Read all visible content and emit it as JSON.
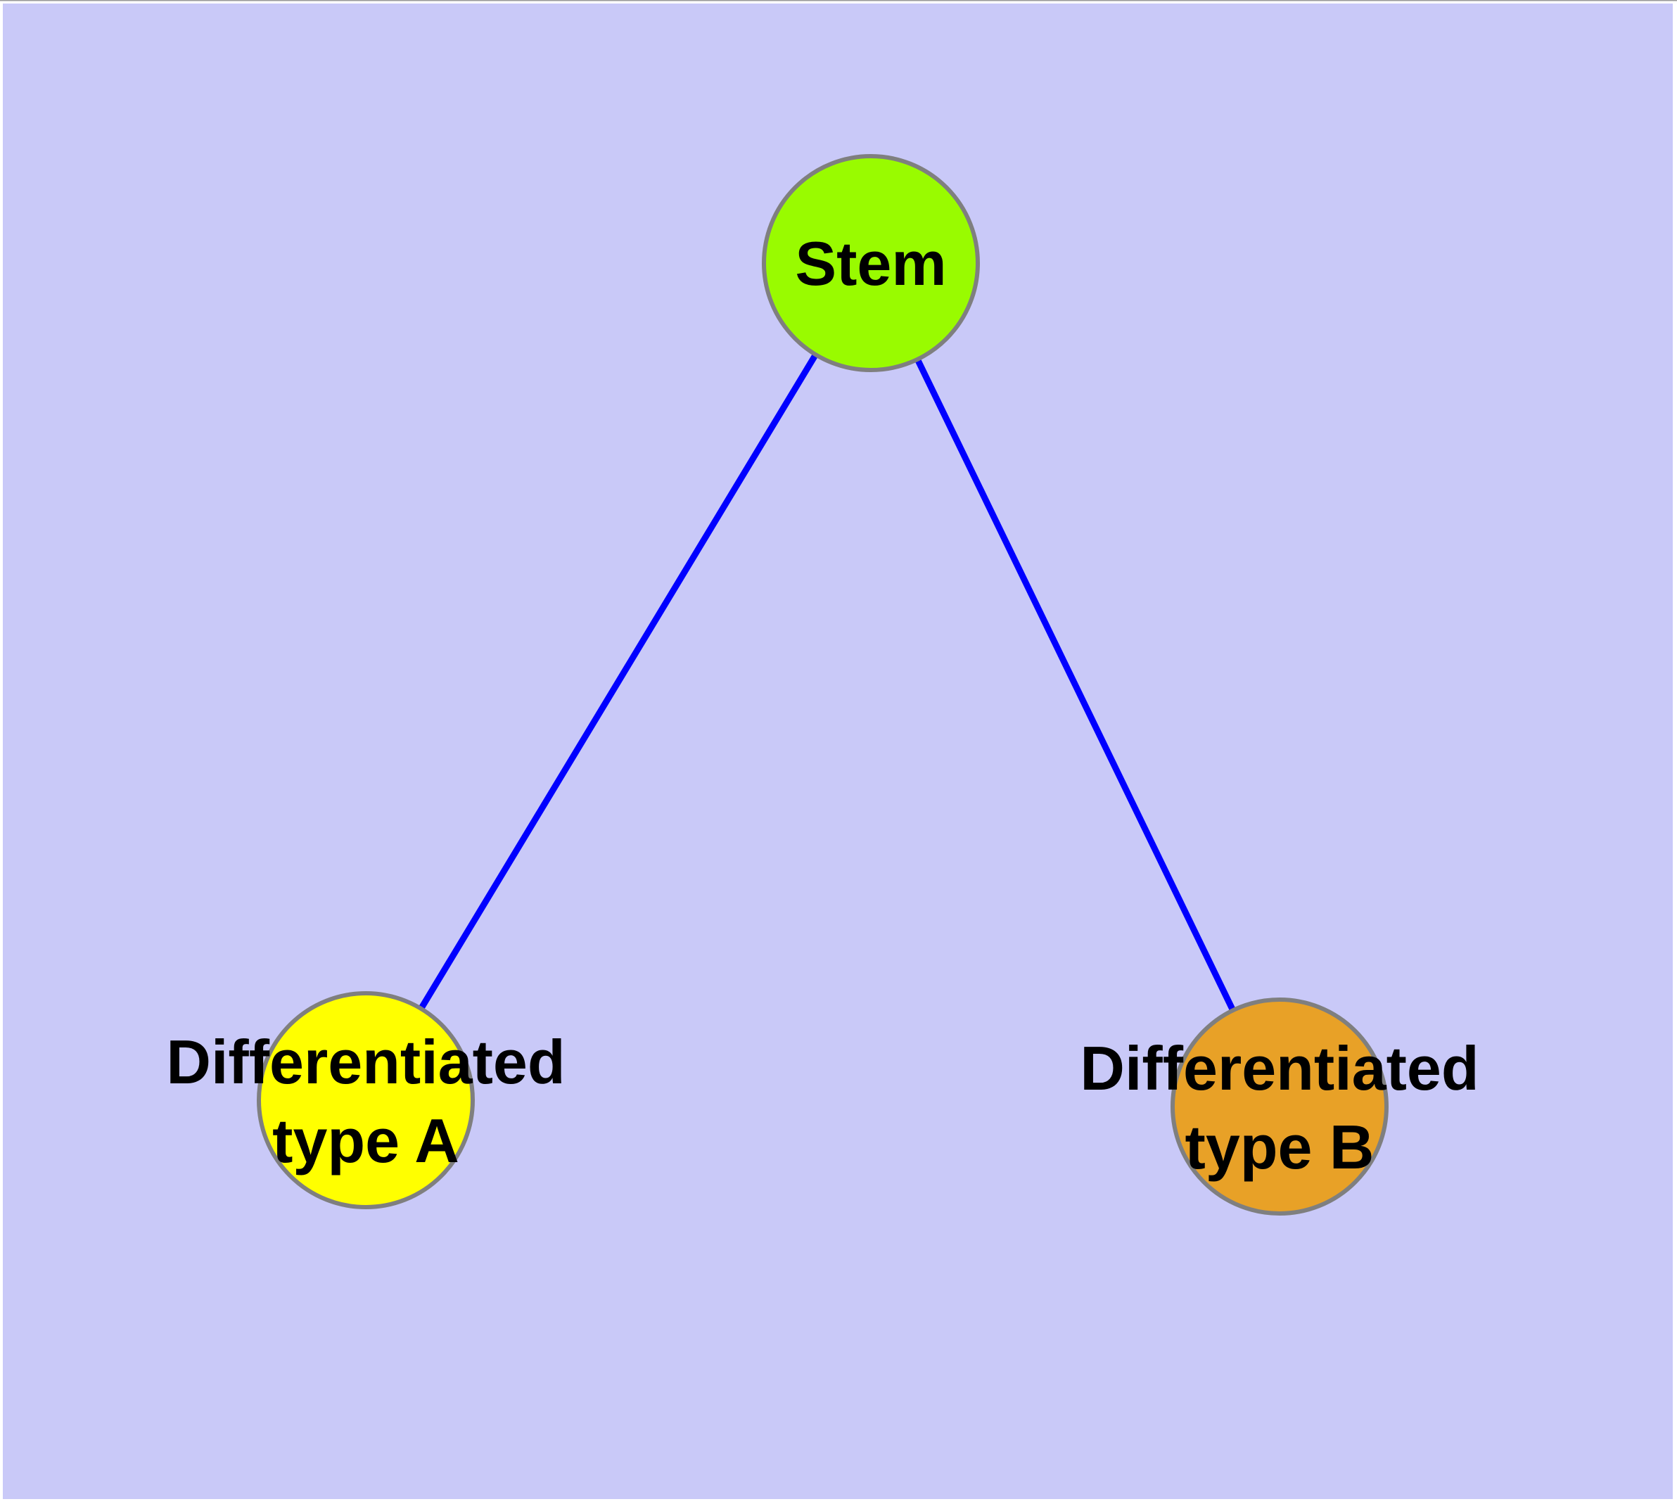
{
  "diagram": {
    "type": "node-link-graph",
    "background_color": "#c9c9f8",
    "frame_color": "#ffffff",
    "top_hairline_color": "#999999",
    "edge_color": "#0000ff",
    "node_border_color": "#7f7f7f",
    "label_color": "#000000",
    "nodes": [
      {
        "id": "stem",
        "label": "Stem",
        "label_lines": [
          "Stem"
        ],
        "fill": "#99fb00"
      },
      {
        "id": "differentiated-type-a",
        "label": "Differentiated type A",
        "label_lines": [
          "Differentiated",
          "type A"
        ],
        "fill": "#ffff00"
      },
      {
        "id": "differentiated-type-b",
        "label": "Differentiated type B",
        "label_lines": [
          "Differentiated",
          "type B"
        ],
        "fill": "#e8a127"
      }
    ],
    "edges": [
      {
        "from": "Stem",
        "to": "Differentiated type A"
      },
      {
        "from": "Stem",
        "to": "Differentiated type B"
      }
    ]
  }
}
